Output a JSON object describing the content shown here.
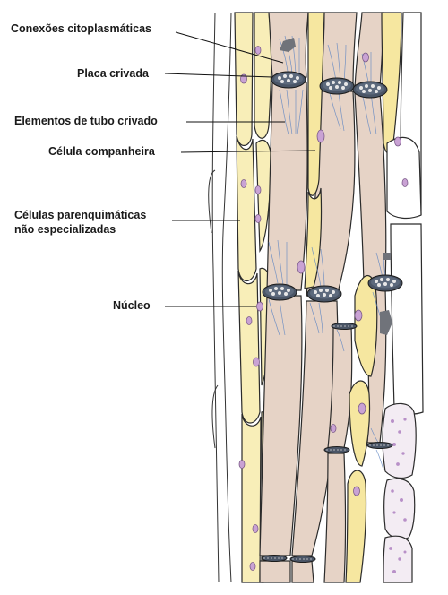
{
  "labels": {
    "connections": "Conexões citoplasmáticas",
    "sieve_plate": "Placa crivada",
    "sieve_tube_elements": "Elementos de tubo crivado",
    "companion_cell": "Célula companheira",
    "parenchyma_line1": "Células parenquimáticas",
    "parenchyma_line2": "não especializadas",
    "nucleus": "Núcleo"
  },
  "colors": {
    "sieve_tube_fill": "#e6d3c6",
    "companion_fill": "#f6e7a0",
    "parenchyma_fill": "#f8eeb8",
    "nucleus_fill": "#c9a2d4",
    "strands": "#5f86c3",
    "plate_fill": "#3e4a5c",
    "outline": "#2b2b2b"
  },
  "icons": {
    "leader_line": "thin-black-line",
    "sieve_plate": "perforated-disc"
  }
}
